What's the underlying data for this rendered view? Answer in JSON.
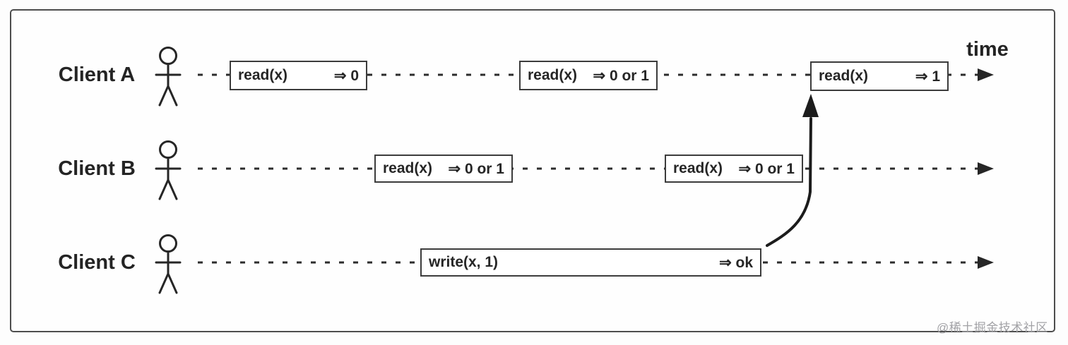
{
  "header": {
    "time_label": "time"
  },
  "watermark": "@稀土掘金技术社区",
  "colors": {
    "ink": "#262626",
    "box_border": "#3c3c3c",
    "frame_border": "#4d4d4d",
    "watermark_gray": "#a2a2a6"
  },
  "rows": [
    {
      "label": "Client A",
      "events": [
        {
          "op": "read(x)",
          "result": "⇒ 0"
        },
        {
          "op": "read(x)",
          "result": "⇒ 0 or 1"
        },
        {
          "op": "read(x)",
          "result": "⇒ 1"
        }
      ]
    },
    {
      "label": "Client B",
      "events": [
        {
          "op": "read(x)",
          "result": "⇒ 0 or 1"
        },
        {
          "op": "read(x)",
          "result": "⇒ 0 or 1"
        }
      ]
    },
    {
      "label": "Client C",
      "events": [
        {
          "op": "write(x, 1)",
          "result": "⇒ ok"
        }
      ]
    }
  ]
}
